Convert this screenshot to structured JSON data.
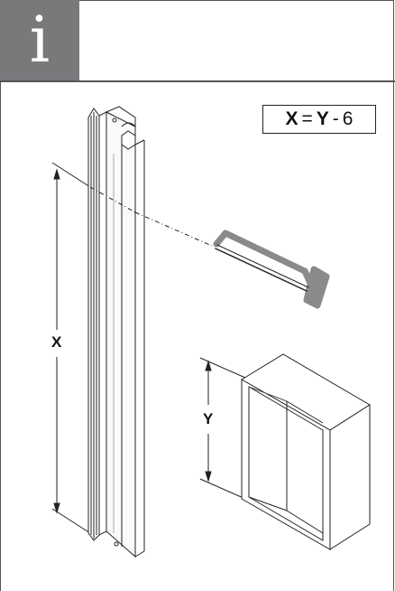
{
  "header": {
    "info_glyph": "i",
    "info_icon": "info-icon"
  },
  "formula": {
    "left": "X",
    "equals": "=",
    "right": "Y",
    "minus": "-",
    "value": "6"
  },
  "labels": {
    "x": "X",
    "y": "Y"
  },
  "colors": {
    "header_gray": "#77797b",
    "saw_gray": "#8a8a8a",
    "line": "#222222"
  },
  "icons": [
    "info-icon",
    "hacksaw-icon",
    "cabinet-box-icon",
    "aluminium-profile-icon"
  ]
}
